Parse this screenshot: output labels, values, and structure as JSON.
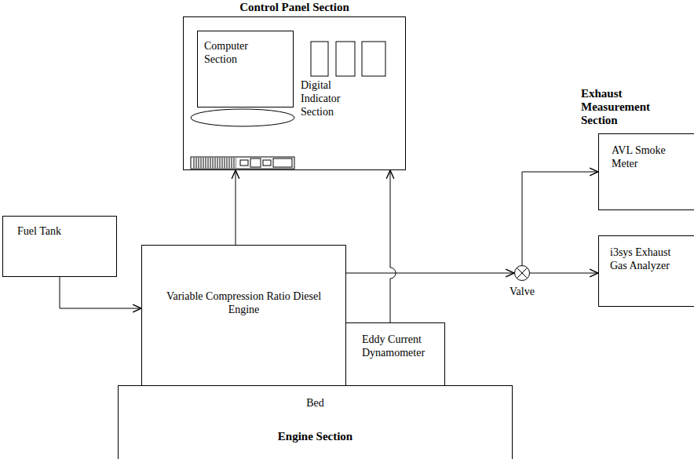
{
  "diagram": {
    "nodes": [
      {
        "text": [
          "Control Panel Section"
        ]
      },
      {
        "text": [
          "Computer Section"
        ],
        "in": 0
      },
      {
        "text": [
          "Fuel Tank"
        ]
      },
      {
        "text": [
          "Variable Compression Ratio Diesel Engine"
        ]
      },
      {
        "text": [
          "Eddy Current Dynamometer"
        ]
      },
      {
        "text": [
          "Valve"
        ]
      },
      {
        "text": [
          "AVL Smoke Meter"
        ]
      },
      {
        "text": [
          "i3sys Exhaust Gas Analyzer"
        ]
      },
      {
        "text": [
          "Bed",
          "Engine Section"
        ]
      }
    ],
    "edges": [
      {
        "from": 2,
        "to": 3,
        "arrow": "to"
      },
      {
        "from": 3,
        "to": 0,
        "arrow": "to"
      },
      {
        "from": 4,
        "to": 0,
        "arrow": "to"
      },
      {
        "from": 3,
        "to": 5,
        "arrow": "to"
      },
      {
        "from": 5,
        "to": 6,
        "arrow": "to"
      },
      {
        "from": 5,
        "to": 7,
        "arrow": "to"
      }
    ],
    "labels": [
      "Digital Indicator Section",
      "Exhaust Measurement Section"
    ]
  }
}
